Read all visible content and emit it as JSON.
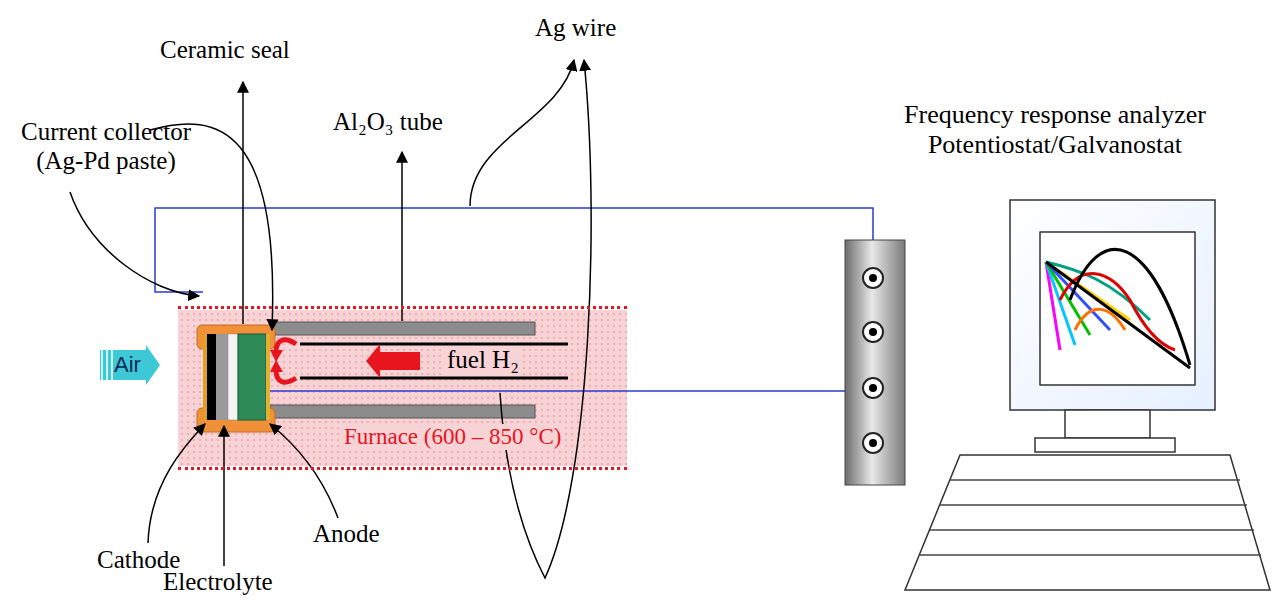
{
  "diagram": {
    "nodes": [
      {
        "text": [
          "Furnace (600 – 850 °C)"
        ]
      },
      {
        "text": [
          "Air"
        ]
      }
    ],
    "labels": [
      "Ceramic seal",
      "Ag wire",
      "Al₂O₃ tube",
      "Current collector (Ag-Pd paste)",
      "Frequency response analyzer Potentiostat/Galvanostat",
      "fuel H₂",
      "Cathode",
      "Electrolyte",
      "Anode"
    ]
  }
}
